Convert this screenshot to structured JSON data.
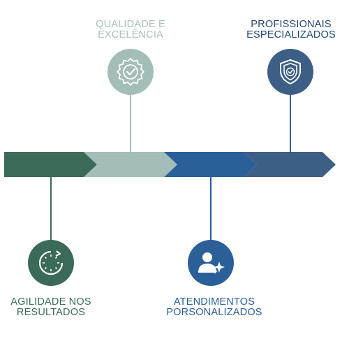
{
  "colors": {
    "green": "#3b6b58",
    "sage": "#a3bdb8",
    "blue": "#2a5f98",
    "slate": "#3d5f86",
    "sage_text": "#a9c2bd",
    "navy_text": "#1f4775"
  },
  "steps": [
    {
      "line1": "AGILIDADE NOS",
      "line2": "RESULTADOS",
      "icon": "clock-icon",
      "color": "green",
      "position": "below"
    },
    {
      "line1": "QUALIDADE E",
      "line2": "EXCELÊNCIA",
      "icon": "badge-check-icon",
      "color": "sage",
      "position": "above"
    },
    {
      "line1": "ATENDIMENTOS",
      "line2": "PORSONALIZADOS",
      "icon": "user-sparkle-icon",
      "color": "blue",
      "position": "below"
    },
    {
      "line1": "PROFISSIONAIS",
      "line2": "ESPECIALIZADOS",
      "icon": "shield-check-icon",
      "color": "slate",
      "position": "above"
    }
  ]
}
